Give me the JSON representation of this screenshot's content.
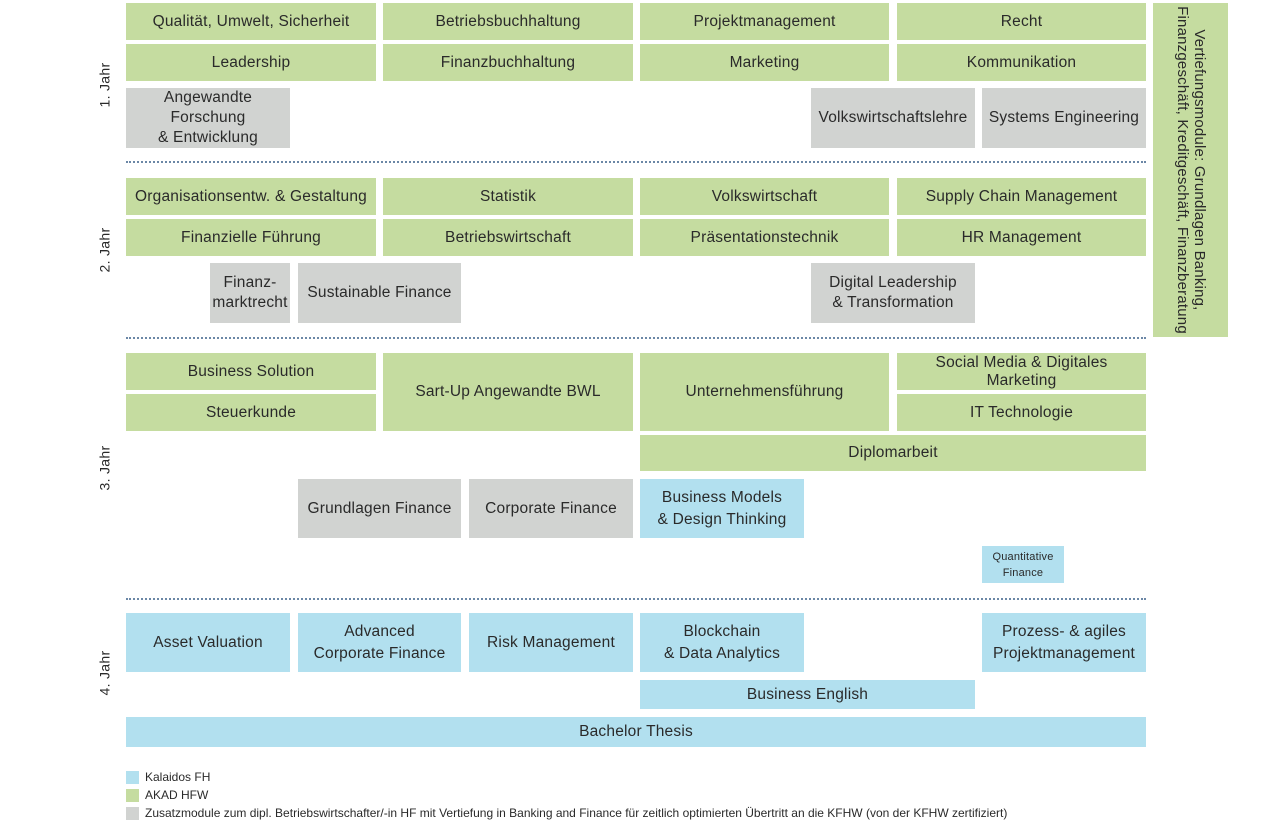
{
  "years": [
    "1. Jahr",
    "2. Jahr",
    "3. Jahr",
    "4. Jahr"
  ],
  "vertical_module": [
    "Vertiefungsmodule: Grundlagen Banking,",
    "Finanzgeschäft, Kreditgeschäft, Finanzberatung"
  ],
  "modules": {
    "y1": {
      "qualitaet": "Qualität, Umwelt, Sicherheit",
      "betriebsbuchhaltung": "Betriebsbuchhaltung",
      "projektmanagement": "Projektmanagement",
      "recht": "Recht",
      "leadership": "Leadership",
      "finanzbuchhaltung": "Finanzbuchhaltung",
      "marketing": "Marketing",
      "kommunikation": "Kommunikation",
      "angewandte_fe": [
        "Angewandte",
        "Forschung",
        "& Entwicklung"
      ],
      "vwl": "Volkswirtschaftslehre",
      "systems_engineering": "Systems Engineering"
    },
    "y2": {
      "organisationsentw": "Organisationsentw. & Gestaltung",
      "statistik": "Statistik",
      "volkswirtschaft": "Volkswirtschaft",
      "supply_chain": "Supply Chain Management",
      "finanzielle_fuehrung": "Finanzielle Führung",
      "betriebswirtschaft": "Betriebswirtschaft",
      "praesentationstechnik": "Präsentationstechnik",
      "hr_management": "HR Management",
      "finanzmarktrecht": [
        "Finanz-",
        "marktrecht"
      ],
      "sustainable_finance": "Sustainable Finance",
      "digital_leadership": [
        "Digital Leadership",
        "& Transformation"
      ]
    },
    "y3": {
      "business_solution": "Business Solution",
      "startup": "Sart-Up Angewandte BWL",
      "unternehmensfuehrung": "Unternehmensführung",
      "social_media": [
        "Social Media & Digitales",
        "Marketing"
      ],
      "steuerkunde": "Steuerkunde",
      "it_technologie": "IT Technologie",
      "diplomarbeit": "Diplomarbeit",
      "grundlagen_finance": "Grundlagen Finance",
      "corporate_finance": "Corporate Finance",
      "business_models": [
        "Business Models",
        "& Design Thinking"
      ],
      "quantitative_finance": [
        "Quantitative",
        "Finance"
      ]
    },
    "y4": {
      "asset_valuation": "Asset Valuation",
      "advanced_cf": [
        "Advanced",
        "Corporate Finance"
      ],
      "risk_management": "Risk Management",
      "blockchain": [
        "Blockchain",
        "& Data Analytics"
      ],
      "prozess_agiles": [
        "Prozess- & agiles",
        "Projektmanagement"
      ],
      "business_english": "Business English",
      "bachelor_thesis": "Bachelor Thesis"
    }
  },
  "legend": [
    {
      "label": "Kalaidos FH",
      "color": "#b2e0ef"
    },
    {
      "label": "AKAD HFW",
      "color": "#c5dca0"
    },
    {
      "label": "Zusatzmodule zum dipl. Betriebswirtschafter/-in HF mit Vertiefung in Banking and Finance für zeitlich optimierten Übertritt an die KFHW (von der KFHW zertifiziert)",
      "color": "#d1d3d1"
    }
  ]
}
